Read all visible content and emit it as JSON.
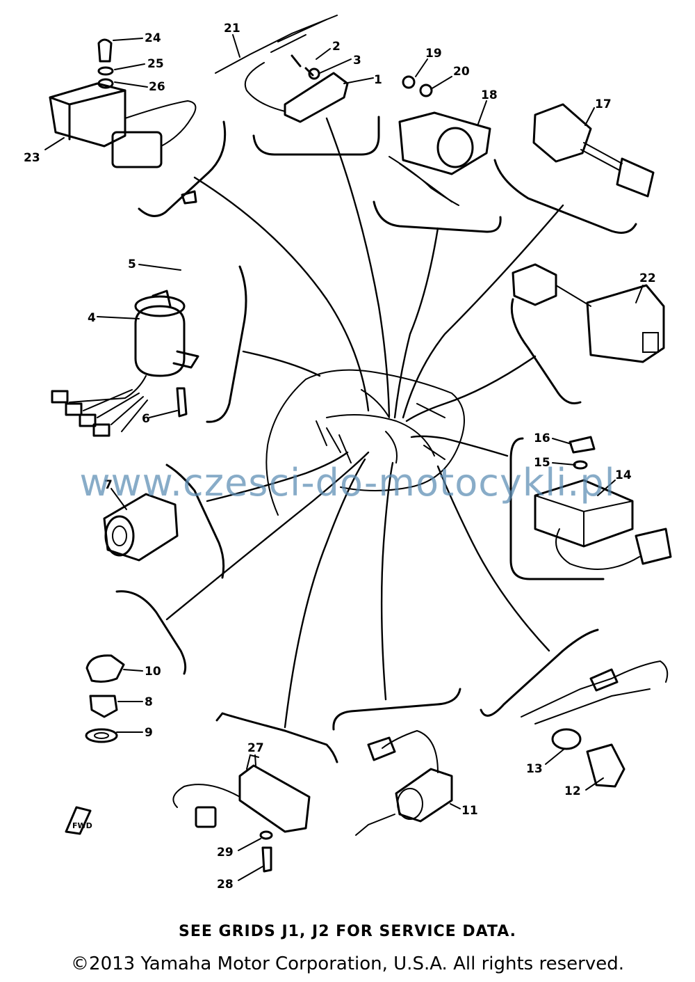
{
  "parts": [
    {
      "id": "part-1",
      "label": "1"
    },
    {
      "id": "part-2",
      "label": "2"
    },
    {
      "id": "part-3",
      "label": "3"
    },
    {
      "id": "part-4",
      "label": "4"
    },
    {
      "id": "part-5",
      "label": "5"
    },
    {
      "id": "part-6",
      "label": "6"
    },
    {
      "id": "part-7",
      "label": "7"
    },
    {
      "id": "part-8",
      "label": "8"
    },
    {
      "id": "part-9",
      "label": "9"
    },
    {
      "id": "part-10",
      "label": "10"
    },
    {
      "id": "part-11",
      "label": "11"
    },
    {
      "id": "part-12",
      "label": "12"
    },
    {
      "id": "part-13",
      "label": "13"
    },
    {
      "id": "part-14",
      "label": "14"
    },
    {
      "id": "part-15",
      "label": "15"
    },
    {
      "id": "part-16",
      "label": "16"
    },
    {
      "id": "part-17",
      "label": "17"
    },
    {
      "id": "part-18",
      "label": "18"
    },
    {
      "id": "part-19",
      "label": "19"
    },
    {
      "id": "part-20",
      "label": "20"
    },
    {
      "id": "part-21",
      "label": "21"
    },
    {
      "id": "part-22",
      "label": "22"
    },
    {
      "id": "part-23",
      "label": "23"
    },
    {
      "id": "part-24",
      "label": "24"
    },
    {
      "id": "part-25",
      "label": "25"
    },
    {
      "id": "part-26",
      "label": "26"
    },
    {
      "id": "part-27",
      "label": "27"
    },
    {
      "id": "part-28",
      "label": "28"
    },
    {
      "id": "part-29",
      "label": "29"
    }
  ],
  "fwd_label": "FWD",
  "watermark": "www.czesci-do-motocykli.pl",
  "service_note": "SEE GRIDS J1, J2 FOR SERVICE DATA.",
  "copyright": "©2013 Yamaha Motor Corporation, U.S.A. All rights reserved.",
  "colors": {
    "ink": "#000000",
    "watermark": "#5b8db4",
    "background": "#ffffff"
  }
}
